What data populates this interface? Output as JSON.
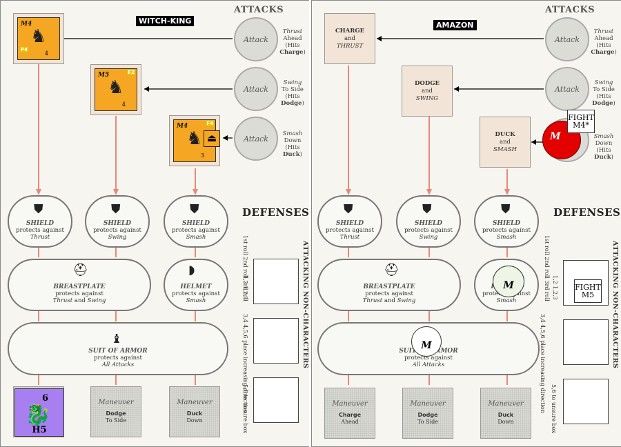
{
  "headings": {
    "attacks": "ATTACKS",
    "defenses": "DEFENSES",
    "side_title": "ATTACKING NON-CHARACTERS"
  },
  "attack_label": "Attack",
  "attacks": [
    {
      "dir": "Thrust",
      "l2": "Ahead",
      "l3": "(Hits",
      "target": "Charge"
    },
    {
      "dir": "Swing",
      "l2": "To Side",
      "l3": "(Hits",
      "target": "Dodge"
    },
    {
      "dir": "Smash",
      "l2": "Down",
      "l3": "(Hits",
      "target": "Duck"
    }
  ],
  "defense_ovals": {
    "shield": {
      "name": "SHIELD",
      "text": "protects against"
    },
    "shield_targets": [
      "Thrust",
      "Swing",
      "Smash"
    ],
    "breastplate": {
      "name": "BREASTPLATE",
      "text": "protects against",
      "t1": "Thrust",
      "and": "and",
      "t2": "Swing"
    },
    "helmet": {
      "name": "HELMET",
      "text": "protects against",
      "t": "Smash"
    },
    "suit": {
      "name": "SUIT OF ARMOR",
      "text": "protects against",
      "t": "All Attacks"
    }
  },
  "maneuver_label": "Maneuver",
  "maneuvers": [
    {
      "name": "Charge",
      "sub": "Ahead"
    },
    {
      "name": "Dodge",
      "sub": "To Side"
    },
    {
      "name": "Duck",
      "sub": "Down"
    }
  ],
  "side_text": {
    "rolls": [
      "1st roll",
      "2nd roll",
      "3rd roll"
    ],
    "r1": "1,2",
    "r1b": "1,2,3",
    "r2": "3,4",
    "r2b": "4,5,6",
    "r2c": "place increasing direction",
    "r3": "5,6",
    "r3b": "to unsure box"
  },
  "left": {
    "character": "WITCH-KING",
    "counters": [
      {
        "label": "M4",
        "badge": "",
        "badge2": "P4",
        "num": "4"
      },
      {
        "label": "M5",
        "badge": "F2",
        "badge2": "",
        "num": "4"
      },
      {
        "label": "M4",
        "badge": "F4",
        "badge2": "",
        "num": "3"
      }
    ],
    "purple": {
      "num": "6",
      "label": "H5"
    }
  },
  "right": {
    "character": "AMAZON",
    "boxes": [
      {
        "l1": "CHARGE",
        "l2": "and",
        "l3": "THRUST"
      },
      {
        "l1": "DODGE",
        "l2": "and",
        "l3": "SWING"
      },
      {
        "l1": "DUCK",
        "l2": "and",
        "l3": "SMASH"
      }
    ],
    "fight1": {
      "l1": "FIGHT",
      "l2": "M4*"
    },
    "fight2": {
      "l1": "FIGHT",
      "l2": "M5"
    },
    "red_chit": "M",
    "helmet_chit": "M",
    "armor_chit": "M"
  },
  "colors": {
    "counter": "#f5a623",
    "purple": "#a77ff0",
    "red": "#e30000",
    "arrow": "#e8887a"
  }
}
